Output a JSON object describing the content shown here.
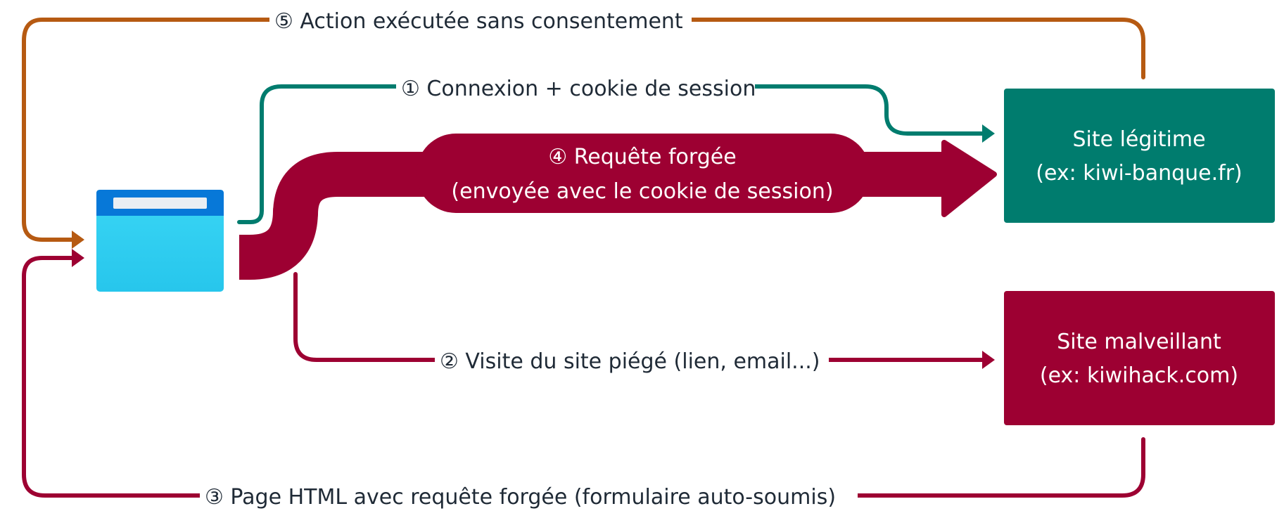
{
  "colors": {
    "orange": "#b65a12",
    "teal": "#007c6e",
    "crimson": "#9d0032",
    "text": "#1f2a36",
    "window_top": "#0778d8",
    "window_body": "#33d3f3"
  },
  "steps": {
    "step1": "① Connexion + cookie de session",
    "step2": "② Visite du site piégé (lien, email...)",
    "step3": "③ Page HTML avec requête forgée (formulaire auto-soumis)",
    "step4_line1": "④ Requête forgée",
    "step4_line2": "(envoyée avec le cookie de session)",
    "step5": "⑤ Action exécutée sans consentement"
  },
  "legit_site": {
    "line1": "Site légitime",
    "line2": "(ex: kiwi-banque.fr)"
  },
  "malicious_site": {
    "line1": "Site malveillant",
    "line2": "(ex: kiwihack.com)"
  },
  "icons": {
    "browser": "browser-window-icon"
  }
}
